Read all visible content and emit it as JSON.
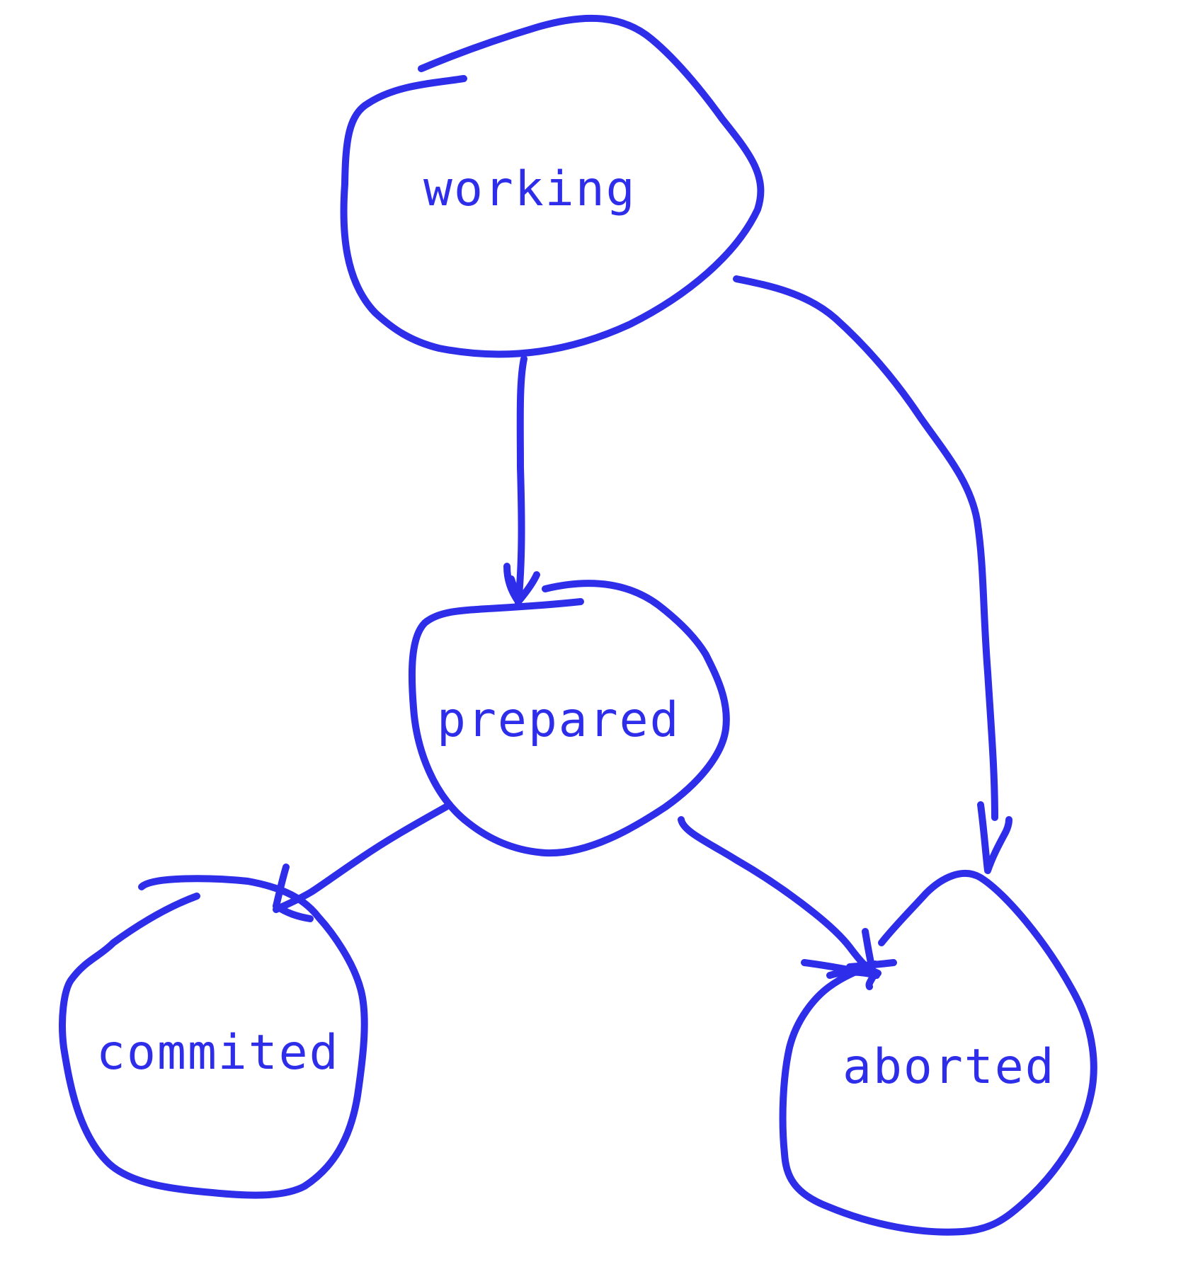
{
  "diagram": {
    "stroke_color": "#2e2eea",
    "states": {
      "working": "working",
      "prepared": "prepared",
      "commited": "commited",
      "aborted": "aborted"
    },
    "transitions": [
      {
        "from": "working",
        "to": "prepared"
      },
      {
        "from": "working",
        "to": "aborted"
      },
      {
        "from": "prepared",
        "to": "commited"
      },
      {
        "from": "prepared",
        "to": "aborted"
      }
    ]
  }
}
